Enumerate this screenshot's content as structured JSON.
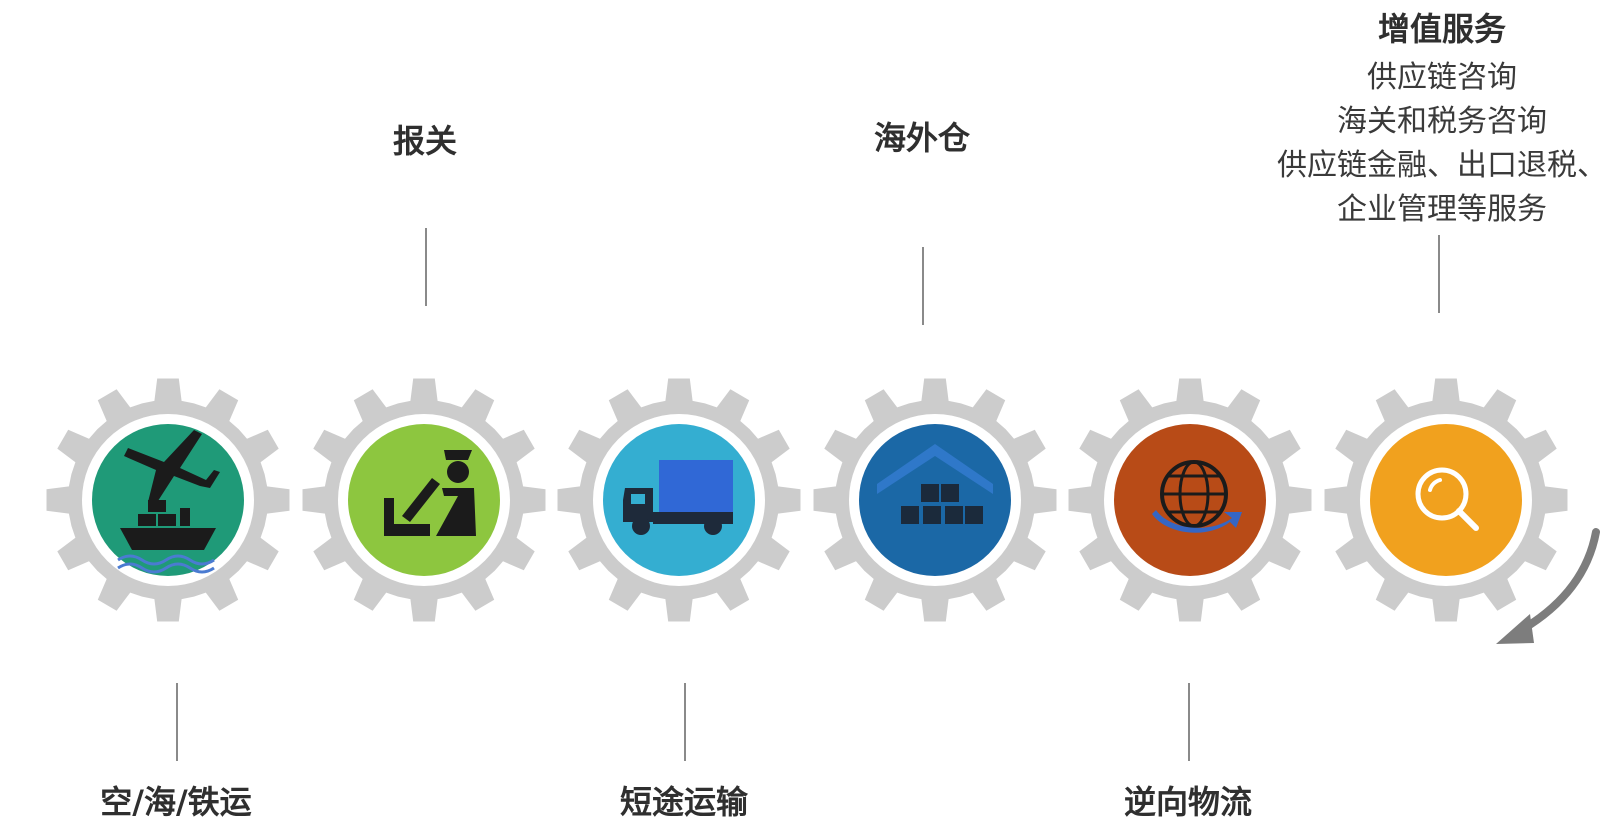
{
  "steps": [
    {
      "id": "transport",
      "label": "空/海/铁运",
      "label_pos": "bottom",
      "color": "#1f9a78",
      "icon": "airplane-ship-icon"
    },
    {
      "id": "customs",
      "label": "报关",
      "label_pos": "top",
      "color": "#8dc63f",
      "icon": "customs-officer-icon"
    },
    {
      "id": "short-haul",
      "label": "短途运输",
      "label_pos": "bottom",
      "color": "#34aed1",
      "icon": "truck-icon"
    },
    {
      "id": "warehouse",
      "label": "海外仓",
      "label_pos": "top",
      "color": "#1b68a6",
      "icon": "warehouse-boxes-icon"
    },
    {
      "id": "reverse",
      "label": "逆向物流",
      "label_pos": "bottom",
      "color": "#b84b17",
      "icon": "globe-return-icon"
    },
    {
      "id": "value-added",
      "label": "增值服务",
      "label_pos": "top",
      "color": "#f1a11e",
      "icon": "magnifier-icon"
    }
  ],
  "value_added_details": [
    "供应链咨询",
    "海关和税务咨询",
    "供应链金融、出口退税、",
    "企业管理等服务"
  ],
  "colors": {
    "gear": "#cccccc",
    "connector": "#8a8a8a",
    "arrow": "#7d7d7d"
  }
}
